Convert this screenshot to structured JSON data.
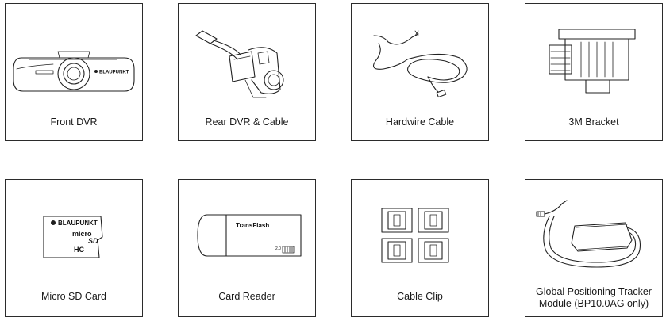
{
  "items": [
    {
      "caption": "Front DVR",
      "brand": "BLAUPUNKT"
    },
    {
      "caption": "Rear DVR & Cable"
    },
    {
      "caption": "Hardwire Cable"
    },
    {
      "caption": "3M Bracket"
    },
    {
      "caption": "Micro SD Card",
      "brand": "BLAUPUNKT",
      "logo_line1": "micro",
      "logo_line2": "SD",
      "logo_line3": "HC"
    },
    {
      "caption": "Card Reader",
      "brand": "TransFlash",
      "port_label": "2.0"
    },
    {
      "caption": "Cable Clip"
    },
    {
      "caption_line1": "Global Positioning Tracker",
      "caption_line2": "Module (BP10.0AG only)"
    }
  ]
}
